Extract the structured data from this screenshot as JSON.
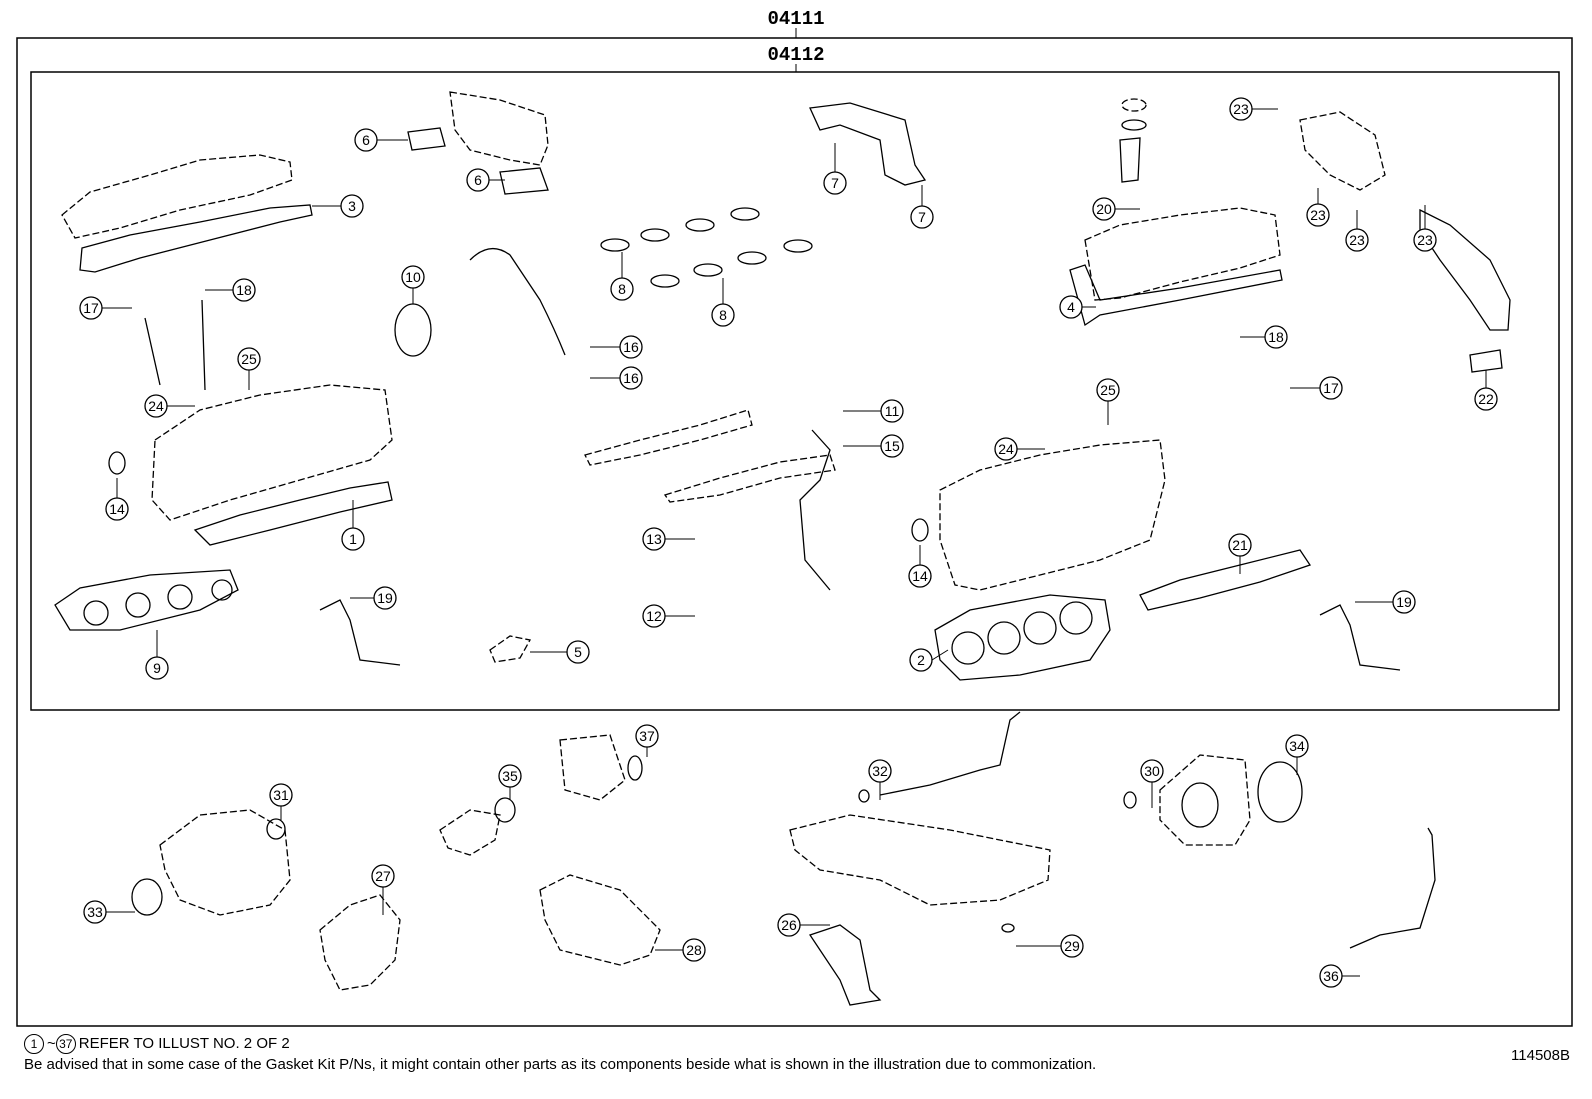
{
  "header": {
    "outer_code": "04111",
    "inner_code": "04112"
  },
  "callouts": [
    {
      "n": "1"
    },
    {
      "n": "2"
    },
    {
      "n": "3"
    },
    {
      "n": "4"
    },
    {
      "n": "5"
    },
    {
      "n": "6"
    },
    {
      "n": "6"
    },
    {
      "n": "7"
    },
    {
      "n": "7"
    },
    {
      "n": "8"
    },
    {
      "n": "8"
    },
    {
      "n": "9"
    },
    {
      "n": "10"
    },
    {
      "n": "11"
    },
    {
      "n": "12"
    },
    {
      "n": "13"
    },
    {
      "n": "14"
    },
    {
      "n": "14"
    },
    {
      "n": "15"
    },
    {
      "n": "16"
    },
    {
      "n": "16"
    },
    {
      "n": "17"
    },
    {
      "n": "17"
    },
    {
      "n": "18"
    },
    {
      "n": "18"
    },
    {
      "n": "19"
    },
    {
      "n": "19"
    },
    {
      "n": "20"
    },
    {
      "n": "21"
    },
    {
      "n": "22"
    },
    {
      "n": "23"
    },
    {
      "n": "23"
    },
    {
      "n": "23"
    },
    {
      "n": "23"
    },
    {
      "n": "24"
    },
    {
      "n": "24"
    },
    {
      "n": "25"
    },
    {
      "n": "25"
    },
    {
      "n": "26"
    },
    {
      "n": "27"
    },
    {
      "n": "28"
    },
    {
      "n": "29"
    },
    {
      "n": "30"
    },
    {
      "n": "31"
    },
    {
      "n": "32"
    },
    {
      "n": "33"
    },
    {
      "n": "34"
    },
    {
      "n": "35"
    },
    {
      "n": "36"
    },
    {
      "n": "37"
    }
  ],
  "footer": {
    "ref_from": "1",
    "ref_sep": "~",
    "ref_to": "37",
    "ref_text": "REFER TO ILLUST NO. 2 OF 2",
    "note": "Be advised that in some case of the Gasket Kit P/Ns,  it might contain other parts as its components beside what is shown in the illustration due to commonization.",
    "illustration_id": "114508B"
  }
}
